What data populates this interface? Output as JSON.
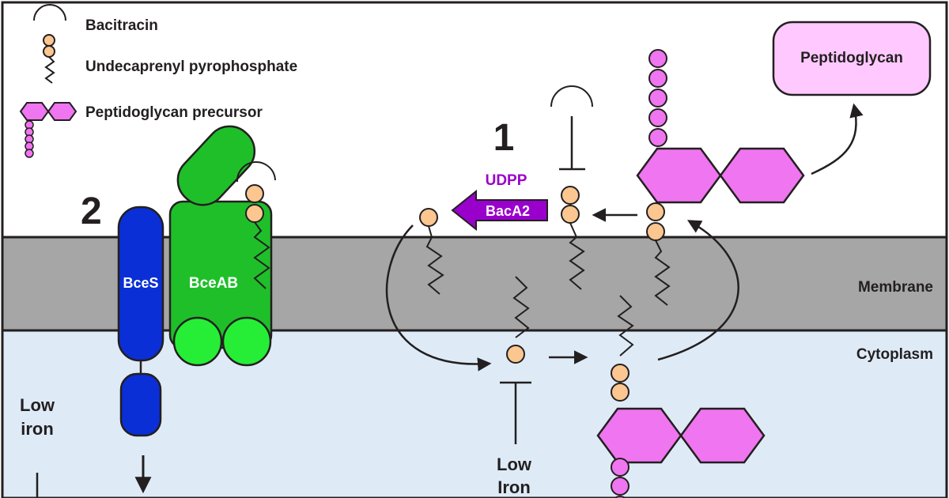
{
  "legend": {
    "bacitracin": "Bacitracin",
    "undecaprenyl": "Undecaprenyl pyrophosphate",
    "precursor": "Peptidoglycan precursor"
  },
  "regions": {
    "membrane": "Membrane",
    "cytoplasm": "Cytoplasm"
  },
  "labels": {
    "peptidoglycan": "Peptidoglycan",
    "num1": "1",
    "num2": "2",
    "bces": "BceS",
    "bceab": "BceAB",
    "udpp": "UDPP",
    "baca2": "BacA2",
    "low_iron_left": [
      "Low",
      "iron"
    ],
    "low_iron_center": [
      "Low",
      "Iron"
    ]
  },
  "colors": {
    "background": "#ffffff",
    "membrane": "#a6a6a6",
    "cytoplasm": "#deebf7",
    "bacitracin": "#f58220",
    "lipid_bead": "#fbc68f",
    "peptidoglycan": "#f075f0",
    "peptidoglycan_box": "#ffc9ff",
    "bces": "#0a2fd6",
    "bceab_body": "#1fbf2a",
    "bceab_nbd": "#26ee36",
    "purple": "#9900cc",
    "text": "#231f20"
  }
}
